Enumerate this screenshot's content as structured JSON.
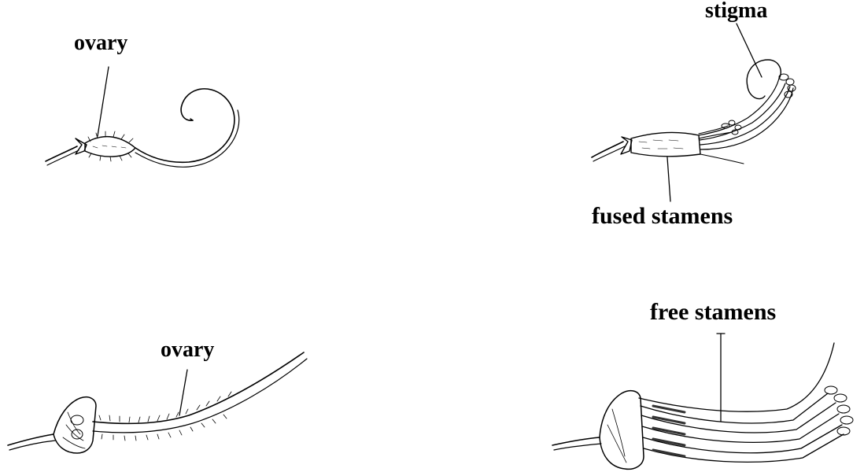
{
  "panels": [
    {
      "id": "top-left",
      "labels": {
        "ovary": "ovary"
      }
    },
    {
      "id": "top-right",
      "labels": {
        "stigma": "stigma",
        "fused_stamens": "fused stamens"
      }
    },
    {
      "id": "bottom-left",
      "labels": {
        "ovary": "ovary"
      }
    },
    {
      "id": "bottom-right",
      "labels": {
        "free_stamens": "free stamens"
      }
    }
  ],
  "colors": {
    "ink": "#000000",
    "background": "#ffffff"
  }
}
